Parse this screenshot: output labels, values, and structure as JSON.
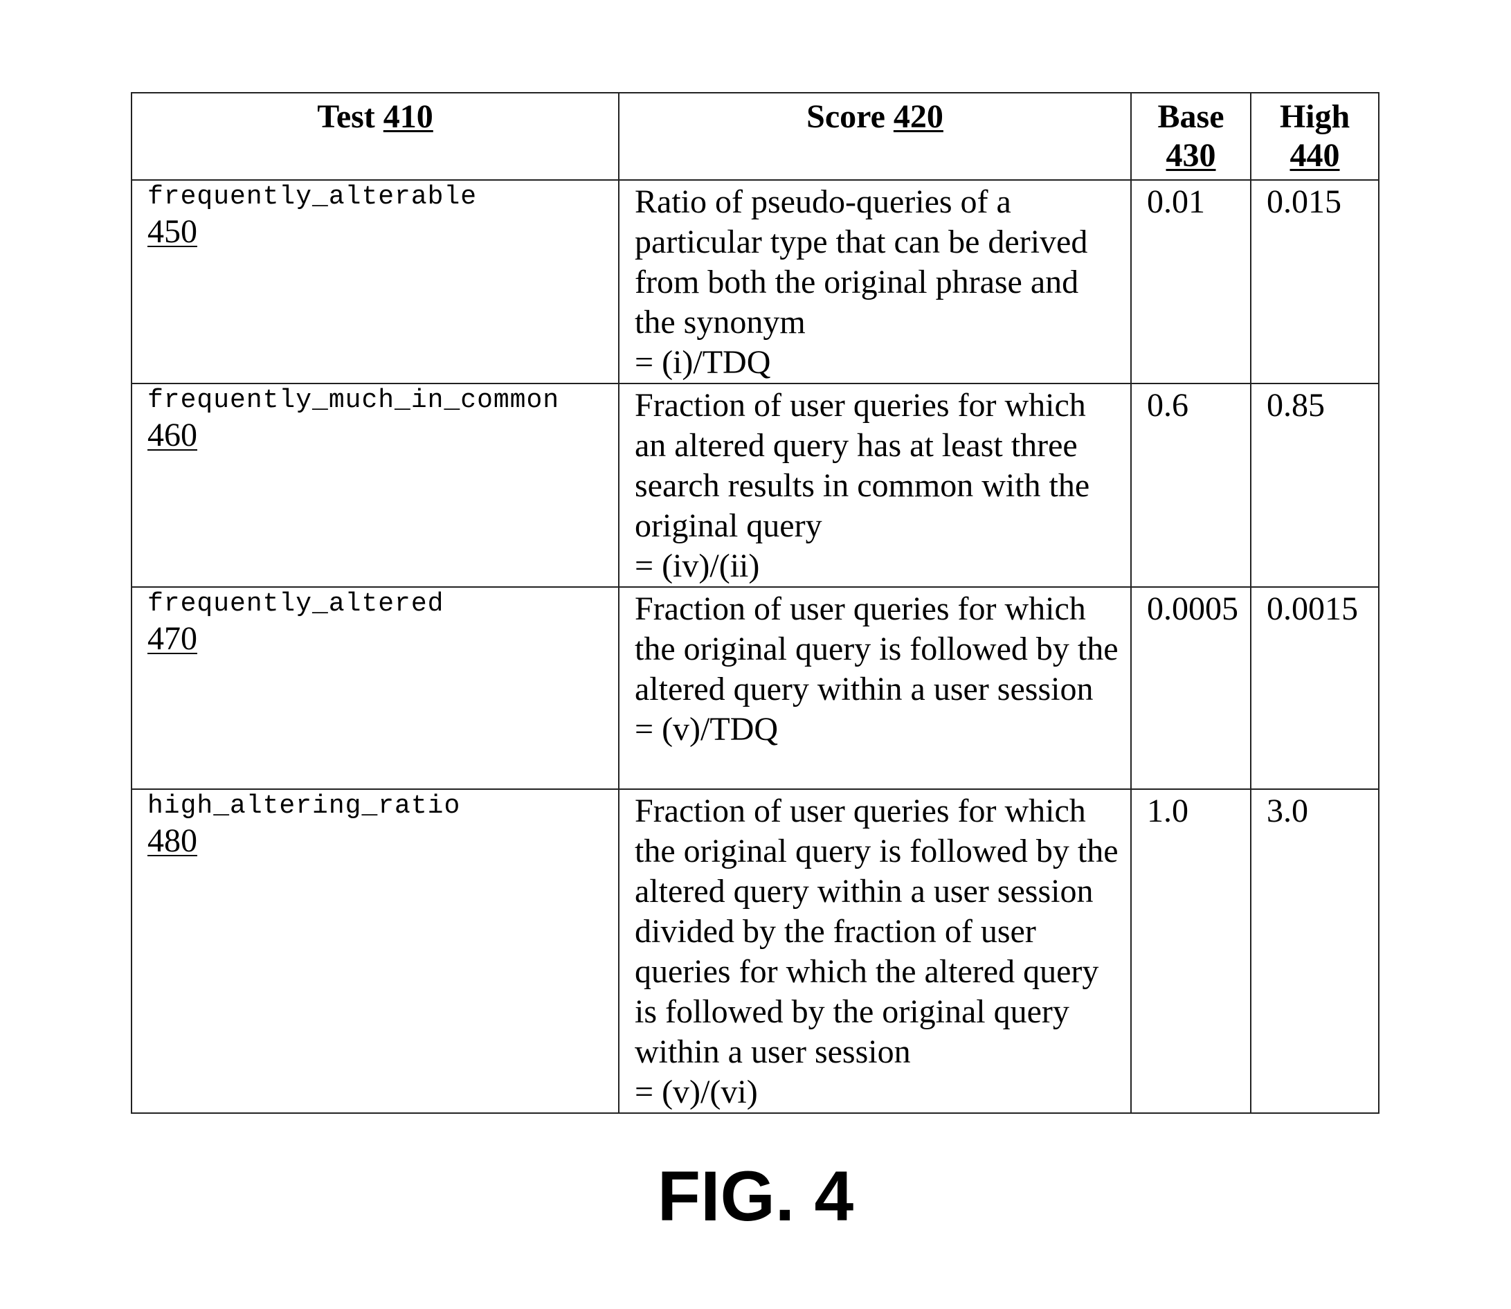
{
  "table": {
    "headers": {
      "test": {
        "label": "Test",
        "ref": "410"
      },
      "score": {
        "label": "Score",
        "ref": "420"
      },
      "base": {
        "label": "Base",
        "ref": "430"
      },
      "high": {
        "label": "High",
        "ref": "440"
      }
    },
    "rows": [
      {
        "test_name": "frequently_alterable",
        "test_ref": "450",
        "score_text": "Ratio of pseudo-queries of a particular type that can be derived from both the original phrase and the synonym",
        "score_formula": "= (i)/TDQ",
        "base": "0.01",
        "high": "0.015"
      },
      {
        "test_name": "frequently_much_in_common",
        "test_ref": "460",
        "score_text": "Fraction of user queries for which an altered query has at least three search results in common with the original query",
        "score_formula": "= (iv)/(ii)",
        "base": "0.6",
        "high": "0.85"
      },
      {
        "test_name": "frequently_altered",
        "test_ref": "470",
        "score_text": "Fraction of user queries for which the original query is followed by the altered query within a user session",
        "score_formula": "= (v)/TDQ",
        "base": "0.0005",
        "high": "0.0015"
      },
      {
        "test_name": "high_altering_ratio",
        "test_ref": "480",
        "score_text": "Fraction of user queries for which the original query is followed by the altered query within a user session divided by the fraction of user queries for which the altered query is followed by the original query within a user session",
        "score_formula": "= (v)/(vi)",
        "base": "1.0",
        "high": "3.0"
      }
    ]
  },
  "caption": "FIG. 4"
}
